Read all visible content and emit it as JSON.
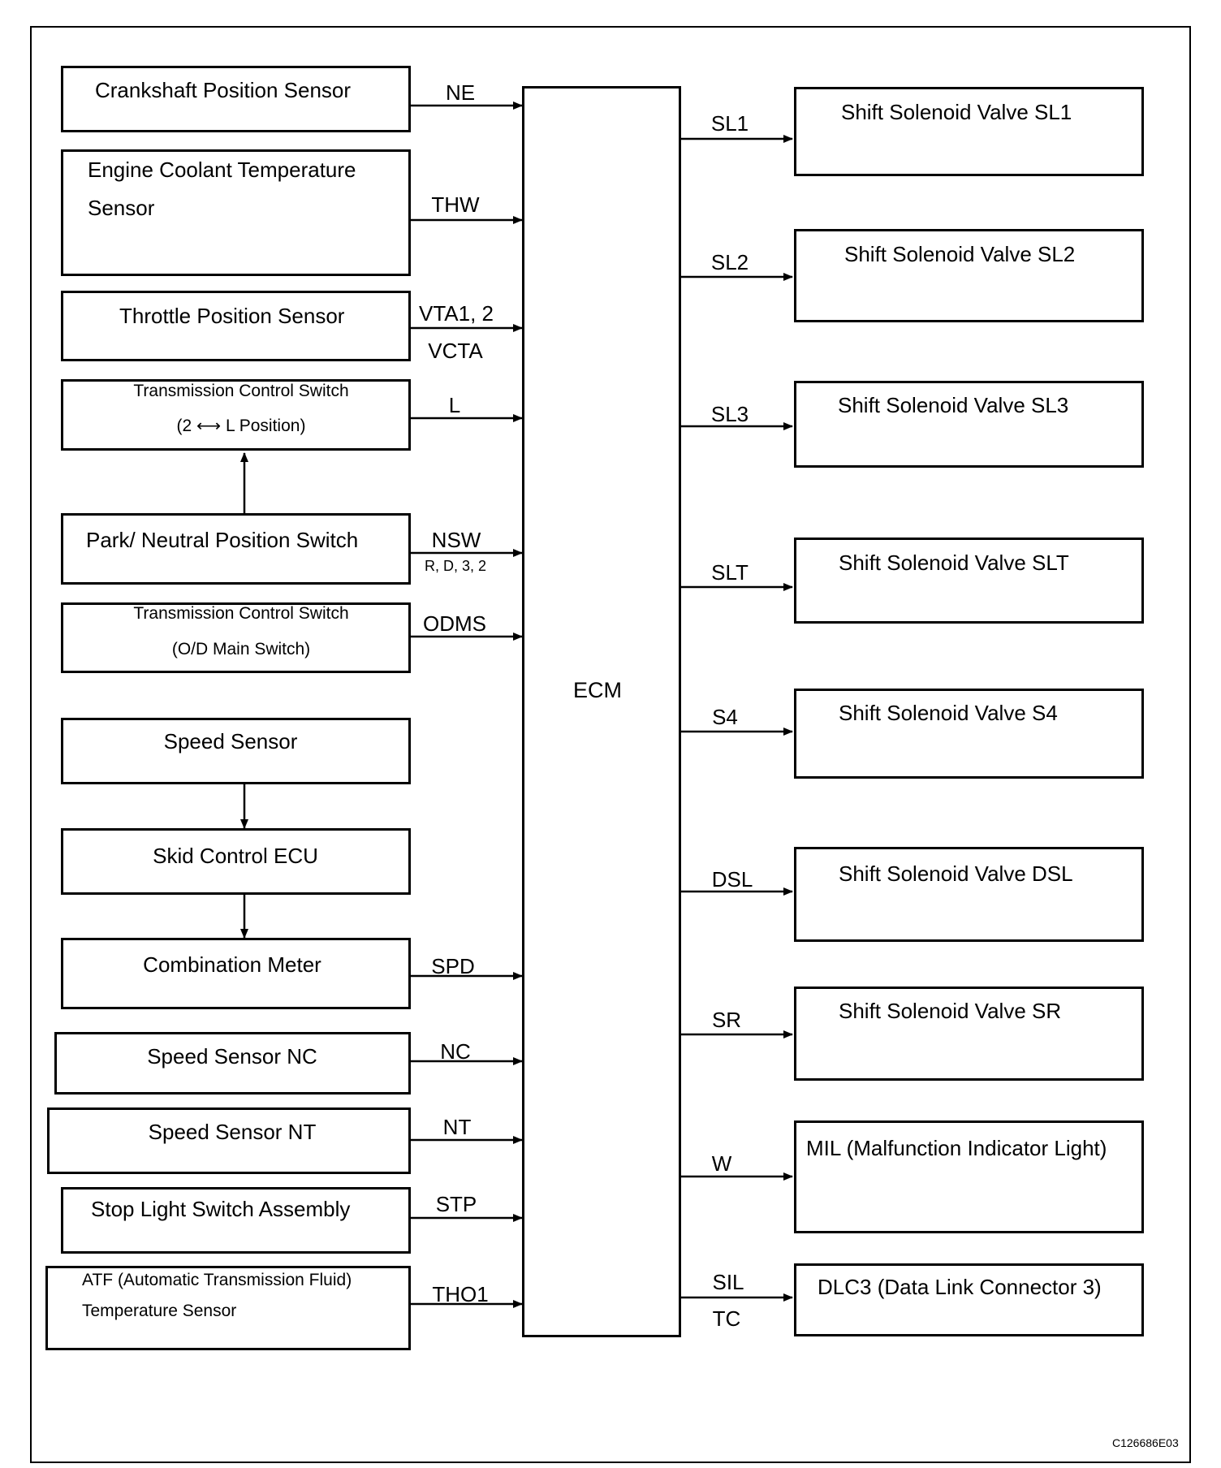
{
  "inputs": [
    {
      "key": "crank",
      "label": "Crankshaft Position Sensor",
      "signal": "NE"
    },
    {
      "key": "ect",
      "label_line1": "Engine Coolant Temperature",
      "label_line2": "Sensor",
      "signal": "THW"
    },
    {
      "key": "tps",
      "label": "Throttle Position Sensor",
      "signal": "VTA1, 2",
      "signal2": "VCTA"
    },
    {
      "key": "tcs_l",
      "label_line1": "Transmission Control Switch",
      "label_line2": "(2 ⟷ L Position)",
      "signal": "L"
    },
    {
      "key": "pnp",
      "label": "Park/ Neutral Position Switch",
      "signal": "NSW",
      "signal2": "R, D, 3, 2"
    },
    {
      "key": "tcs_od",
      "label_line1": "Transmission Control Switch",
      "label_line2": "(O/D Main Switch)",
      "signal": "ODMS"
    },
    {
      "key": "speed",
      "label": "Speed Sensor"
    },
    {
      "key": "skid",
      "label": "Skid Control ECU"
    },
    {
      "key": "meter",
      "label": "Combination Meter",
      "signal": "SPD"
    },
    {
      "key": "nc",
      "label": "Speed Sensor NC",
      "signal": "NC"
    },
    {
      "key": "nt",
      "label": "Speed Sensor NT",
      "signal": "NT"
    },
    {
      "key": "stp",
      "label": "Stop Light Switch Assembly",
      "signal": "STP"
    },
    {
      "key": "atf",
      "label_line1": "ATF (Automatic Transmission Fluid)",
      "label_line2": "Temperature Sensor",
      "signal": "THO1"
    }
  ],
  "ecm": {
    "label": "ECM"
  },
  "outputs": [
    {
      "key": "sl1",
      "label": "Shift Solenoid Valve SL1",
      "signal": "SL1"
    },
    {
      "key": "sl2",
      "label": "Shift Solenoid Valve SL2",
      "signal": "SL2"
    },
    {
      "key": "sl3",
      "label": "Shift Solenoid Valve SL3",
      "signal": "SL3"
    },
    {
      "key": "slt",
      "label": "Shift Solenoid Valve SLT",
      "signal": "SLT"
    },
    {
      "key": "s4",
      "label": "Shift Solenoid Valve S4",
      "signal": "S4"
    },
    {
      "key": "dsl",
      "label": "Shift Solenoid Valve DSL",
      "signal": "DSL"
    },
    {
      "key": "sr",
      "label": "Shift Solenoid Valve SR",
      "signal": "SR"
    },
    {
      "key": "mil",
      "label": "MIL (Malfunction Indicator Light)",
      "signal": "W"
    },
    {
      "key": "dlc3",
      "label": "DLC3 (Data Link Connector 3)",
      "signal": "SIL",
      "signal2": "TC"
    }
  ],
  "figure_code": "C126686E03"
}
